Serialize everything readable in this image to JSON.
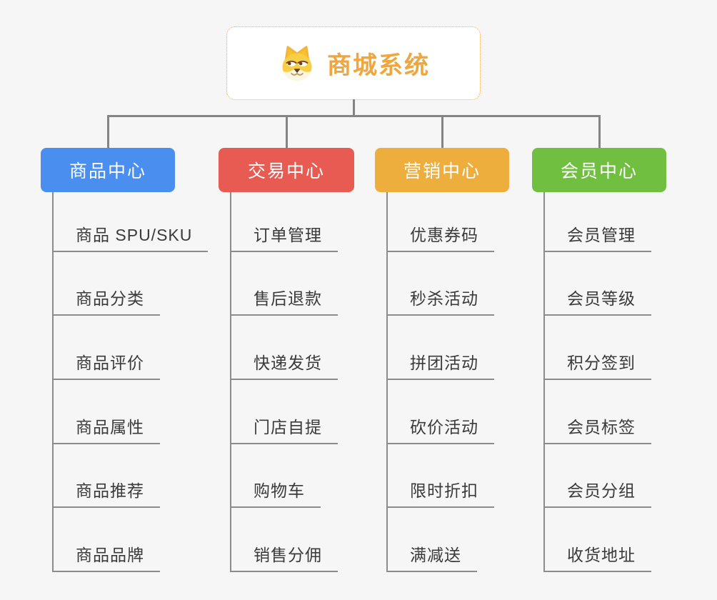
{
  "page": {
    "background_color": "#f6f6f6",
    "connector_color": "#848484",
    "child_line_color": "#8c8c8c",
    "child_text_color": "#3a3a3a"
  },
  "root": {
    "title": "商城系统",
    "icon": "dog-face-icon",
    "text_color": "#f0a63e",
    "border_color": "#f0ab45",
    "background_color": "#ffffff"
  },
  "branches": [
    {
      "label": "商品中心",
      "color": "#4a8ef0",
      "items": [
        "商品 SPU/SKU",
        "商品分类",
        "商品评价",
        "商品属性",
        "商品推荐",
        "商品品牌"
      ]
    },
    {
      "label": "交易中心",
      "color": "#e75b53",
      "items": [
        "订单管理",
        "售后退款",
        "快递发货",
        "门店自提",
        "购物车",
        "销售分佣"
      ]
    },
    {
      "label": "营销中心",
      "color": "#eeae3d",
      "items": [
        "优惠券码",
        "秒杀活动",
        "拼团活动",
        "砍价活动",
        "限时折扣",
        "满减送"
      ]
    },
    {
      "label": "会员中心",
      "color": "#70bf41",
      "items": [
        "会员管理",
        "会员等级",
        "积分签到",
        "会员标签",
        "会员分组",
        "收货地址"
      ]
    }
  ]
}
